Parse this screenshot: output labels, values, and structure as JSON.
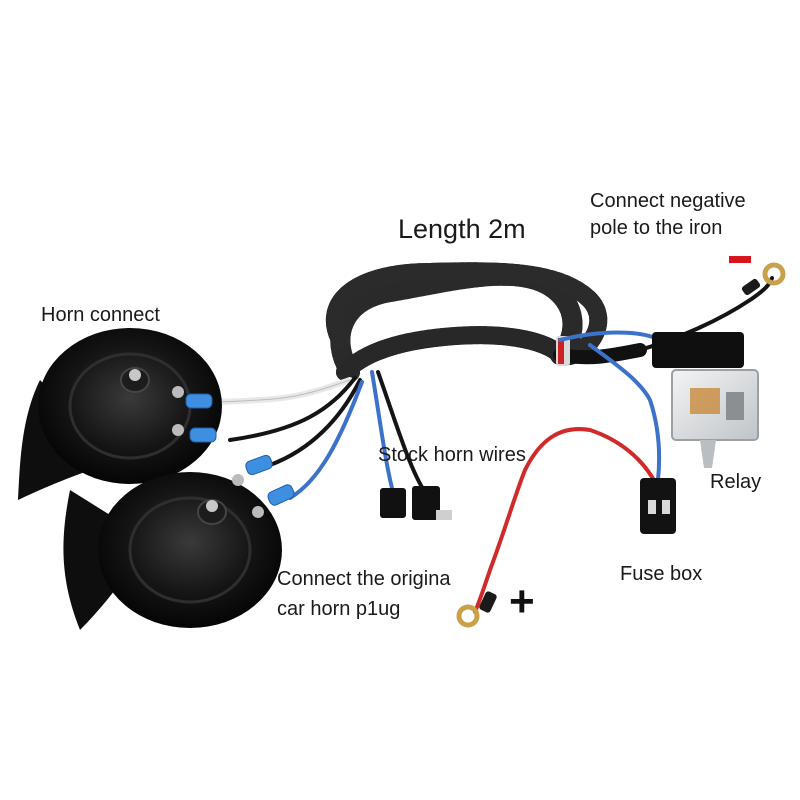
{
  "labels": {
    "length": "Length 2m",
    "negative_line1": "Connect negative",
    "negative_line2": "pole to the iron",
    "horn_connect": "Horn connect",
    "stock_horn_wires": "Stock horn wires",
    "relay": "Relay",
    "fuse_box": "Fuse box",
    "original_line1": "Connect the origina",
    "original_line2": "car horn p1ug",
    "plus_sign": "+"
  },
  "colors": {
    "wire_black": "#141414",
    "wire_blue": "#3d72c9",
    "wire_red": "#d12a2a",
    "wire_white": "#e8e8e8",
    "terminal_blue": "#3f8fe0",
    "negative_mark": "#d8141c"
  }
}
